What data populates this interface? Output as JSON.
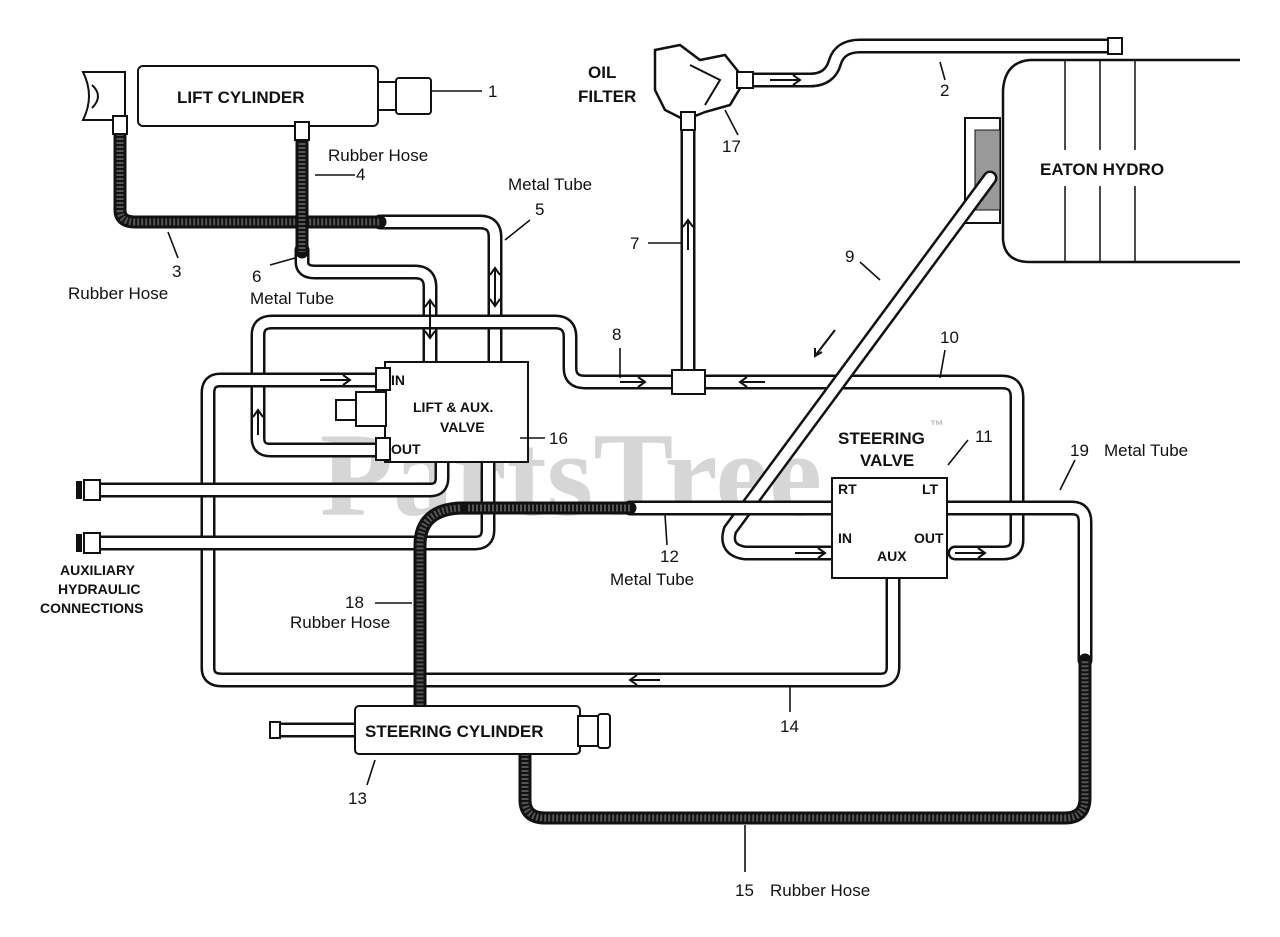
{
  "watermark": {
    "text": "PartsTree",
    "tm": "™"
  },
  "components": {
    "lift_cylinder": "LIFT CYLINDER",
    "oil_filter_line1": "OIL",
    "oil_filter_line2": "FILTER",
    "eaton_hydro": "EATON HYDRO",
    "lift_valve_line1": "LIFT & AUX.",
    "lift_valve_line2": "VALVE",
    "lift_valve_in": "IN",
    "lift_valve_out": "OUT",
    "steering_valve_line1": "STEERING",
    "steering_valve_line2": "VALVE",
    "sv_rt": "RT",
    "sv_lt": "LT",
    "sv_in": "IN",
    "sv_out": "OUT",
    "sv_aux": "AUX",
    "steering_cylinder": "STEERING CYLINDER",
    "aux_line1": "AUXILIARY",
    "aux_line2": "HYDRAULIC",
    "aux_line3": "CONNECTIONS"
  },
  "callouts": {
    "c1": "1",
    "c2": "2",
    "c3": "3",
    "c3_desc": "Rubber Hose",
    "c4": "4",
    "c4_desc": "Rubber Hose",
    "c5": "5",
    "c5_desc": "Metal Tube",
    "c6": "6",
    "c6_desc": "Metal Tube",
    "c7": "7",
    "c8": "8",
    "c9": "9",
    "c10": "10",
    "c11": "11",
    "c12": "12",
    "c12_desc": "Metal Tube",
    "c13": "13",
    "c14": "14",
    "c15": "15",
    "c15_desc": "Rubber Hose",
    "c16": "16",
    "c17": "17",
    "c18": "18",
    "c18_desc": "Rubber Hose",
    "c19": "19",
    "c19_desc": "Metal Tube"
  }
}
